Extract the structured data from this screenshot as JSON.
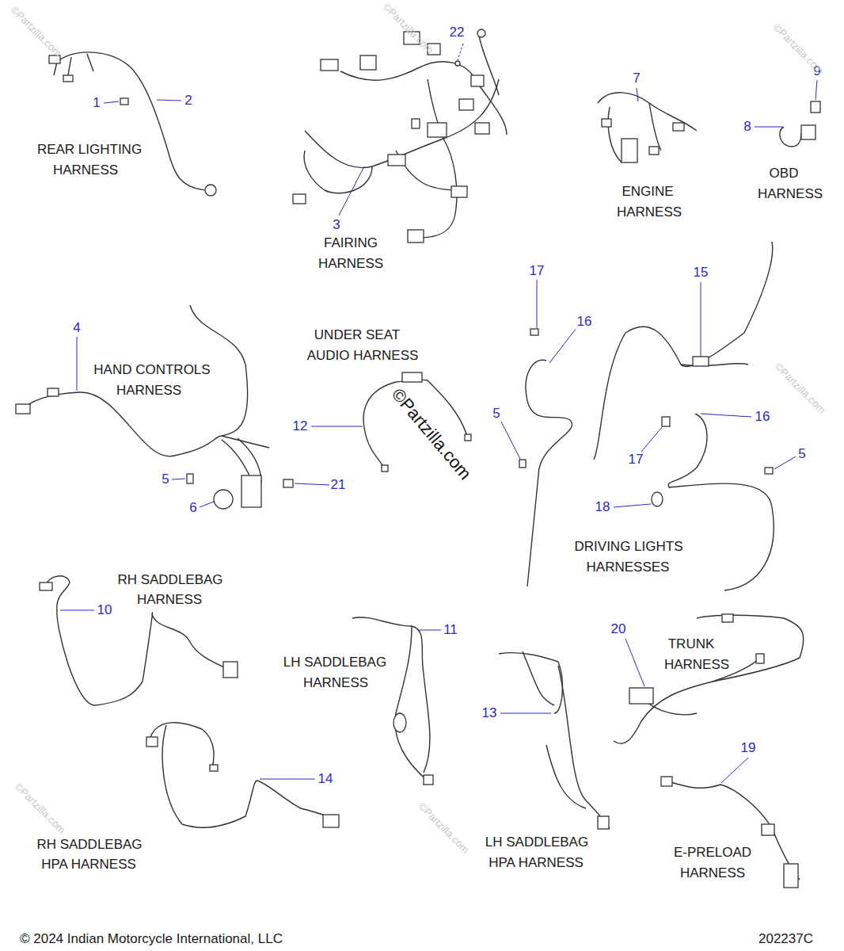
{
  "diagram": {
    "labels": [
      "1",
      "2",
      "REAR LIGHTING",
      "HARNESS",
      "22",
      "3",
      "FAIRING",
      "HARNESS",
      "7",
      "ENGINE",
      "HARNESS",
      "9",
      "8",
      "OBD",
      "HARNESS",
      "17",
      "15",
      "16",
      "4",
      "UNDER SEAT",
      "AUDIO HARNESS",
      "HAND CONTROLS",
      "HARNESS",
      "12",
      "5",
      "16",
      "17",
      "5",
      "5",
      "21",
      "6",
      "18",
      "DRIVING LIGHTS",
      "HARNESSES",
      "RH SADDLEBAG",
      "HARNESS",
      "10",
      "20",
      "11",
      "TRUNK",
      "LH SADDLEBAG",
      "HARNESS",
      "HARNESS",
      "13",
      "19",
      "14",
      "RH SADDLEBAG",
      "HPA HARNESS",
      "LH SADDLEBAG",
      "HPA HARNESS",
      "E-PRELOAD",
      "HARNESS",
      "© 2024 Indian Motorcycle International, LLC",
      "202237C",
      "©Partzilla.com",
      "©Partzilla.com",
      "©Partzilla.com",
      "©Partzilla.com",
      "©Partzilla.com",
      "©Partzilla.com",
      "©Partzilla.com"
    ]
  }
}
